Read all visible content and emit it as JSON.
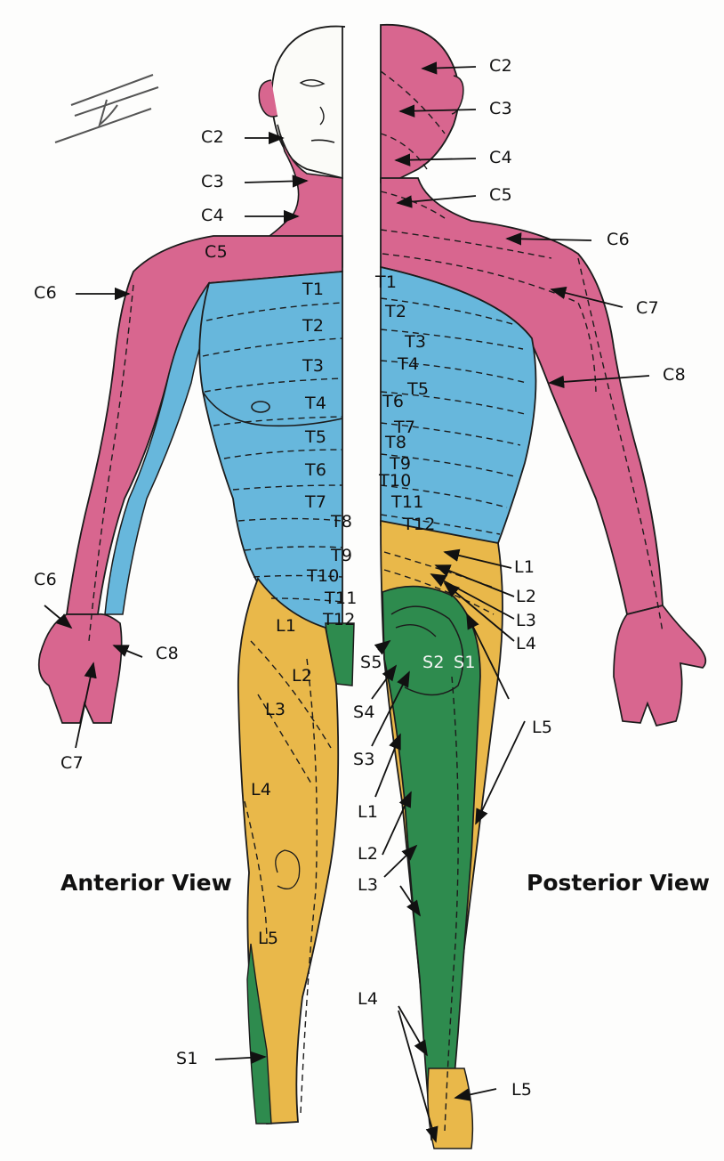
{
  "colors": {
    "cervical": "#d8668f",
    "thoracic": "#67b7dc",
    "lumbar": "#e9b84a",
    "sacral": "#2e8b4e",
    "outline": "#1c1c1c",
    "background": "#fdfdfc"
  },
  "views": {
    "anterior": "Anterior View",
    "posterior": "Posterior View"
  },
  "labels": {
    "a_C2": "C2",
    "a_C3": "C3",
    "a_C4": "C4",
    "a_C5": "C5",
    "a_C6": "C6",
    "a_C6_hand": "C6",
    "a_C7_hand": "C7",
    "a_C8_hand": "C8",
    "a_T1": "T1",
    "a_T2": "T2",
    "a_T3": "T3",
    "a_T4": "T4",
    "a_T5": "T5",
    "a_T6": "T6",
    "a_T7": "T7",
    "a_T8": "T8",
    "a_T9": "T9",
    "a_T10": "T10",
    "a_T11": "T11",
    "a_T12": "T12",
    "a_L1": "L1",
    "a_L2": "L2",
    "a_L3": "L3",
    "a_L4": "L4",
    "a_L5": "L5",
    "a_S1": "S1",
    "p_C2": "C2",
    "p_C3": "C3",
    "p_C4": "C4",
    "p_C5": "C5",
    "p_C6": "C6",
    "p_C7": "C7",
    "p_C8": "C8",
    "p_T1": "T1",
    "p_T2": "T2",
    "p_T3": "T3",
    "p_T4": "T4",
    "p_T5": "T5",
    "p_T6": "T6",
    "p_T7": "T7",
    "p_T8": "T8",
    "p_T9": "T9",
    "p_T10": "T10",
    "p_T11": "T11",
    "p_T12": "T12",
    "p_L1": "L1",
    "p_L2": "L2",
    "p_L3": "L3",
    "p_L4": "L4",
    "p_S5": "S5",
    "p_S4": "S4",
    "p_S3": "S3",
    "p_S2": "S2",
    "p_S1": "S1",
    "p_L5": "L5",
    "p_L1_leg": "L1",
    "p_L2_leg": "L2",
    "p_L3_leg": "L3",
    "p_L4_leg": "L4",
    "p_L5_foot": "L5"
  }
}
